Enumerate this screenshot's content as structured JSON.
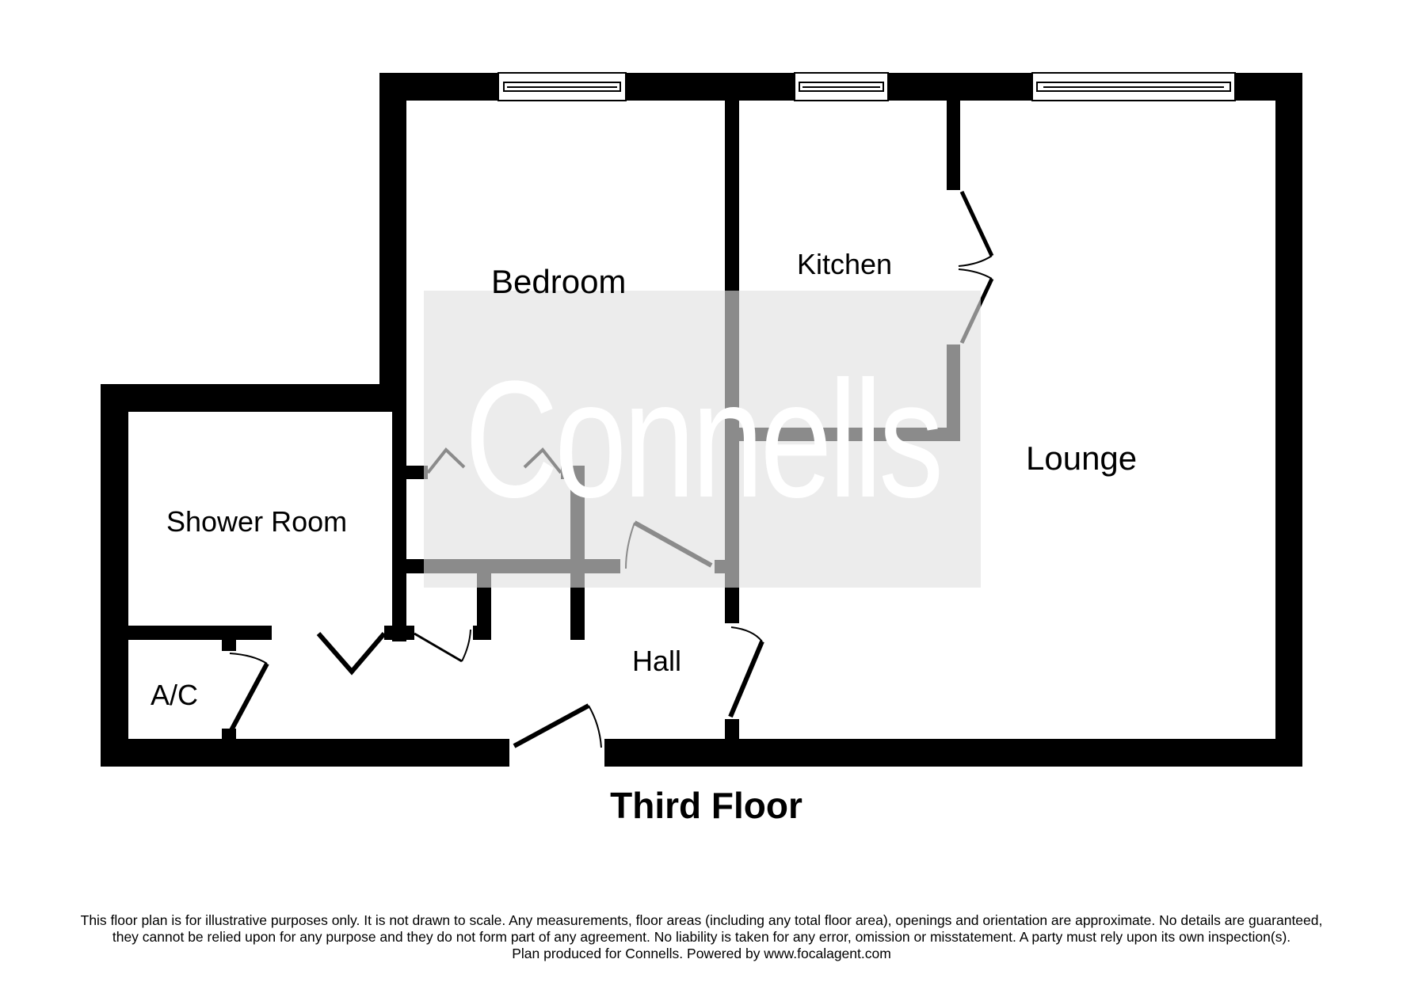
{
  "floor_plan": {
    "title": "Third Floor",
    "watermark": "Connells",
    "rooms": [
      {
        "name": "Bedroom"
      },
      {
        "name": "Kitchen"
      },
      {
        "name": "Lounge"
      },
      {
        "name": "Shower Room"
      },
      {
        "name": "Hall"
      },
      {
        "name": "A/C"
      }
    ],
    "colors": {
      "wall": "#000000",
      "watermark_bg": "#ececec",
      "watermark_text": "#ffffff"
    }
  },
  "disclaimer": {
    "line1": "This floor plan is for illustrative purposes only. It is not drawn to scale. Any measurements, floor areas (including any total floor area), openings and orientation are approximate. No details are guaranteed,",
    "line2": "they cannot be relied upon for any purpose and they do not form part of any agreement. No liability is taken for any error, omission or misstatement. A party must rely upon its own inspection(s).",
    "line3": "Plan produced for Connells. Powered by www.focalagent.com"
  }
}
